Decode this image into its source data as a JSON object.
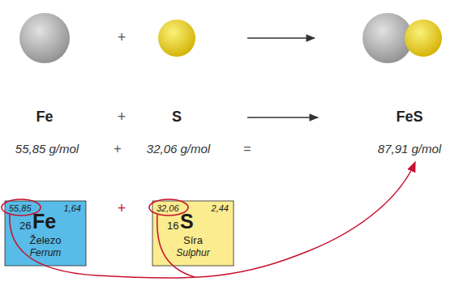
{
  "diagram": {
    "nodes": [
      {
        "text": [
          "55,85",
          "1,64",
          "26",
          "Fe",
          "Železo",
          "Ferrum"
        ]
      },
      {
        "text": [
          "32,06",
          "2,44",
          "16",
          "S",
          "Síra",
          "Sulphur"
        ]
      }
    ],
    "labels": [
      "+",
      "Fe",
      "+",
      "S",
      "FeS",
      "55,85 g/mol",
      "+",
      "32,06 g/mol",
      "=",
      "87,91 g/mol",
      "+"
    ]
  }
}
